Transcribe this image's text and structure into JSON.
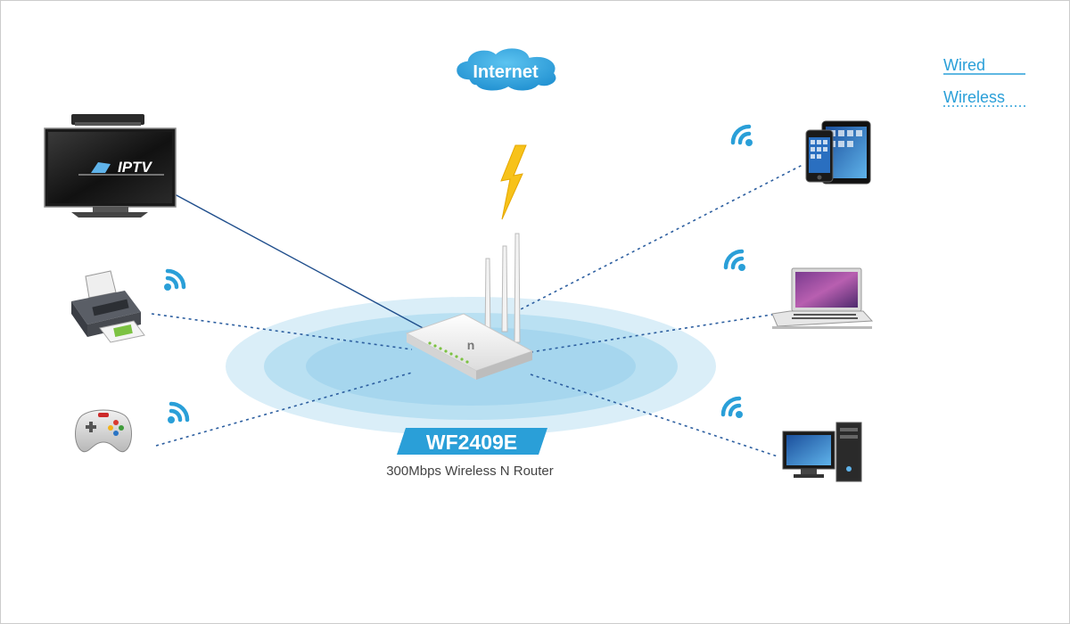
{
  "cloud": {
    "label": "Internet"
  },
  "legend": {
    "wired": "Wired",
    "wireless": "Wireless"
  },
  "router": {
    "model": "WF2409E",
    "description": "300Mbps Wireless N Router",
    "logo": "n"
  },
  "tv": {
    "screen_text": "IPTV"
  },
  "colors": {
    "accent": "#2a9fd8",
    "wired_line": "#1f4e8c",
    "wireless_line": "#2d5fa0",
    "lightning": "#f7c21a",
    "frame": "#cccccc"
  },
  "icons": {
    "cloud": "cloud-icon",
    "lightning": "lightning-bolt-icon",
    "tv": "iptv-tv-icon",
    "printer": "printer-icon",
    "gamepad": "gamepad-icon",
    "tablet_phone": "tablet-phone-icon",
    "laptop": "laptop-icon",
    "desktop": "desktop-computer-icon",
    "wifi": "wifi-icon"
  }
}
